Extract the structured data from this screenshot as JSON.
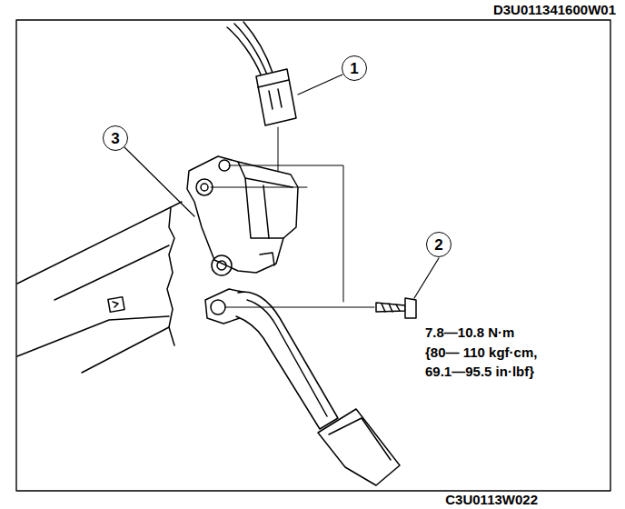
{
  "diagram": {
    "nodes": [
      {
        "text": [
          "1"
        ]
      },
      {
        "text": [
          "2"
        ]
      },
      {
        "text": [
          "3"
        ]
      }
    ],
    "labels": [
      "D3U011341600W01",
      "7.8—10.8 N·m",
      "{80— 110 kgf·cm,",
      "69.1—95.5 in·lbf}",
      "C3U0113W022"
    ]
  }
}
